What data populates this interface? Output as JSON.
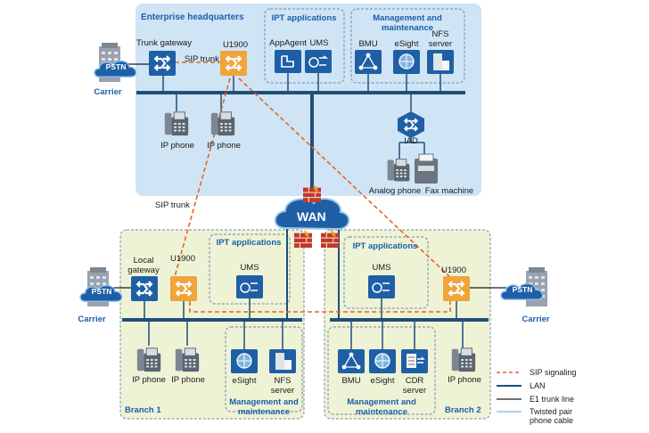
{
  "regions": {
    "hq": "Enterprise headquarters",
    "branch1": "Branch 1",
    "branch2": "Branch 2"
  },
  "groups": {
    "hq_ipt": "IPT applications",
    "hq_mgmt": "Management and\nmaintenance",
    "b1_ipt": "IPT applications",
    "b1_mgmt": "Management and\nmaintenance",
    "b2_ipt": "IPT applications",
    "b2_mgmt": "Management and\nmaintenance"
  },
  "devices": {
    "hq_trunk_gateway": "Trunk gateway",
    "hq_u1900": "U1900",
    "hq_appagent": "AppAgent",
    "hq_ums": "UMS",
    "hq_bmu": "BMU",
    "hq_esight": "eSight",
    "hq_nfs": "NFS\nserver",
    "hq_ip_phone_1": "IP phone",
    "hq_ip_phone_2": "IP phone",
    "hq_iad": "IAD",
    "hq_analog_phone": "Analog phone",
    "hq_fax": "Fax machine",
    "b1_local_gateway": "Local\ngateway",
    "b1_u1900": "U1900",
    "b1_ums": "UMS",
    "b1_esight": "eSight",
    "b1_nfs": "NFS\nserver",
    "b1_ip_phone_1": "IP phone",
    "b1_ip_phone_2": "IP phone",
    "b2_ums": "UMS",
    "b2_u1900": "U1900",
    "b2_bmu": "BMU",
    "b2_esight": "eSight",
    "b2_cdr": "CDR\nserver",
    "b2_ip_phone": "IP phone",
    "wan": "WAN"
  },
  "external": {
    "pstn_left_top": "PSTN",
    "carrier_left_top": "Carrier",
    "pstn_left_bottom": "PSTN",
    "carrier_left_bottom": "Carrier",
    "pstn_right": "PSTN",
    "carrier_right": "Carrier"
  },
  "link_labels": {
    "sip_trunk_hq": "SIP trunk",
    "sip_trunk_wan": "SIP trunk"
  },
  "legend": {
    "sip": "SIP signaling",
    "lan": "LAN",
    "e1": "E1 trunk line",
    "twisted": "Twisted pair\nphone cable"
  },
  "colors": {
    "hq_bg": "#cfe4f5",
    "branch_bg": "#eef3d6",
    "lan_line": "#1f4e79",
    "sip_line": "#e2662a",
    "device_blue": "#1f5fa6",
    "device_orange": "#f0a43a"
  }
}
